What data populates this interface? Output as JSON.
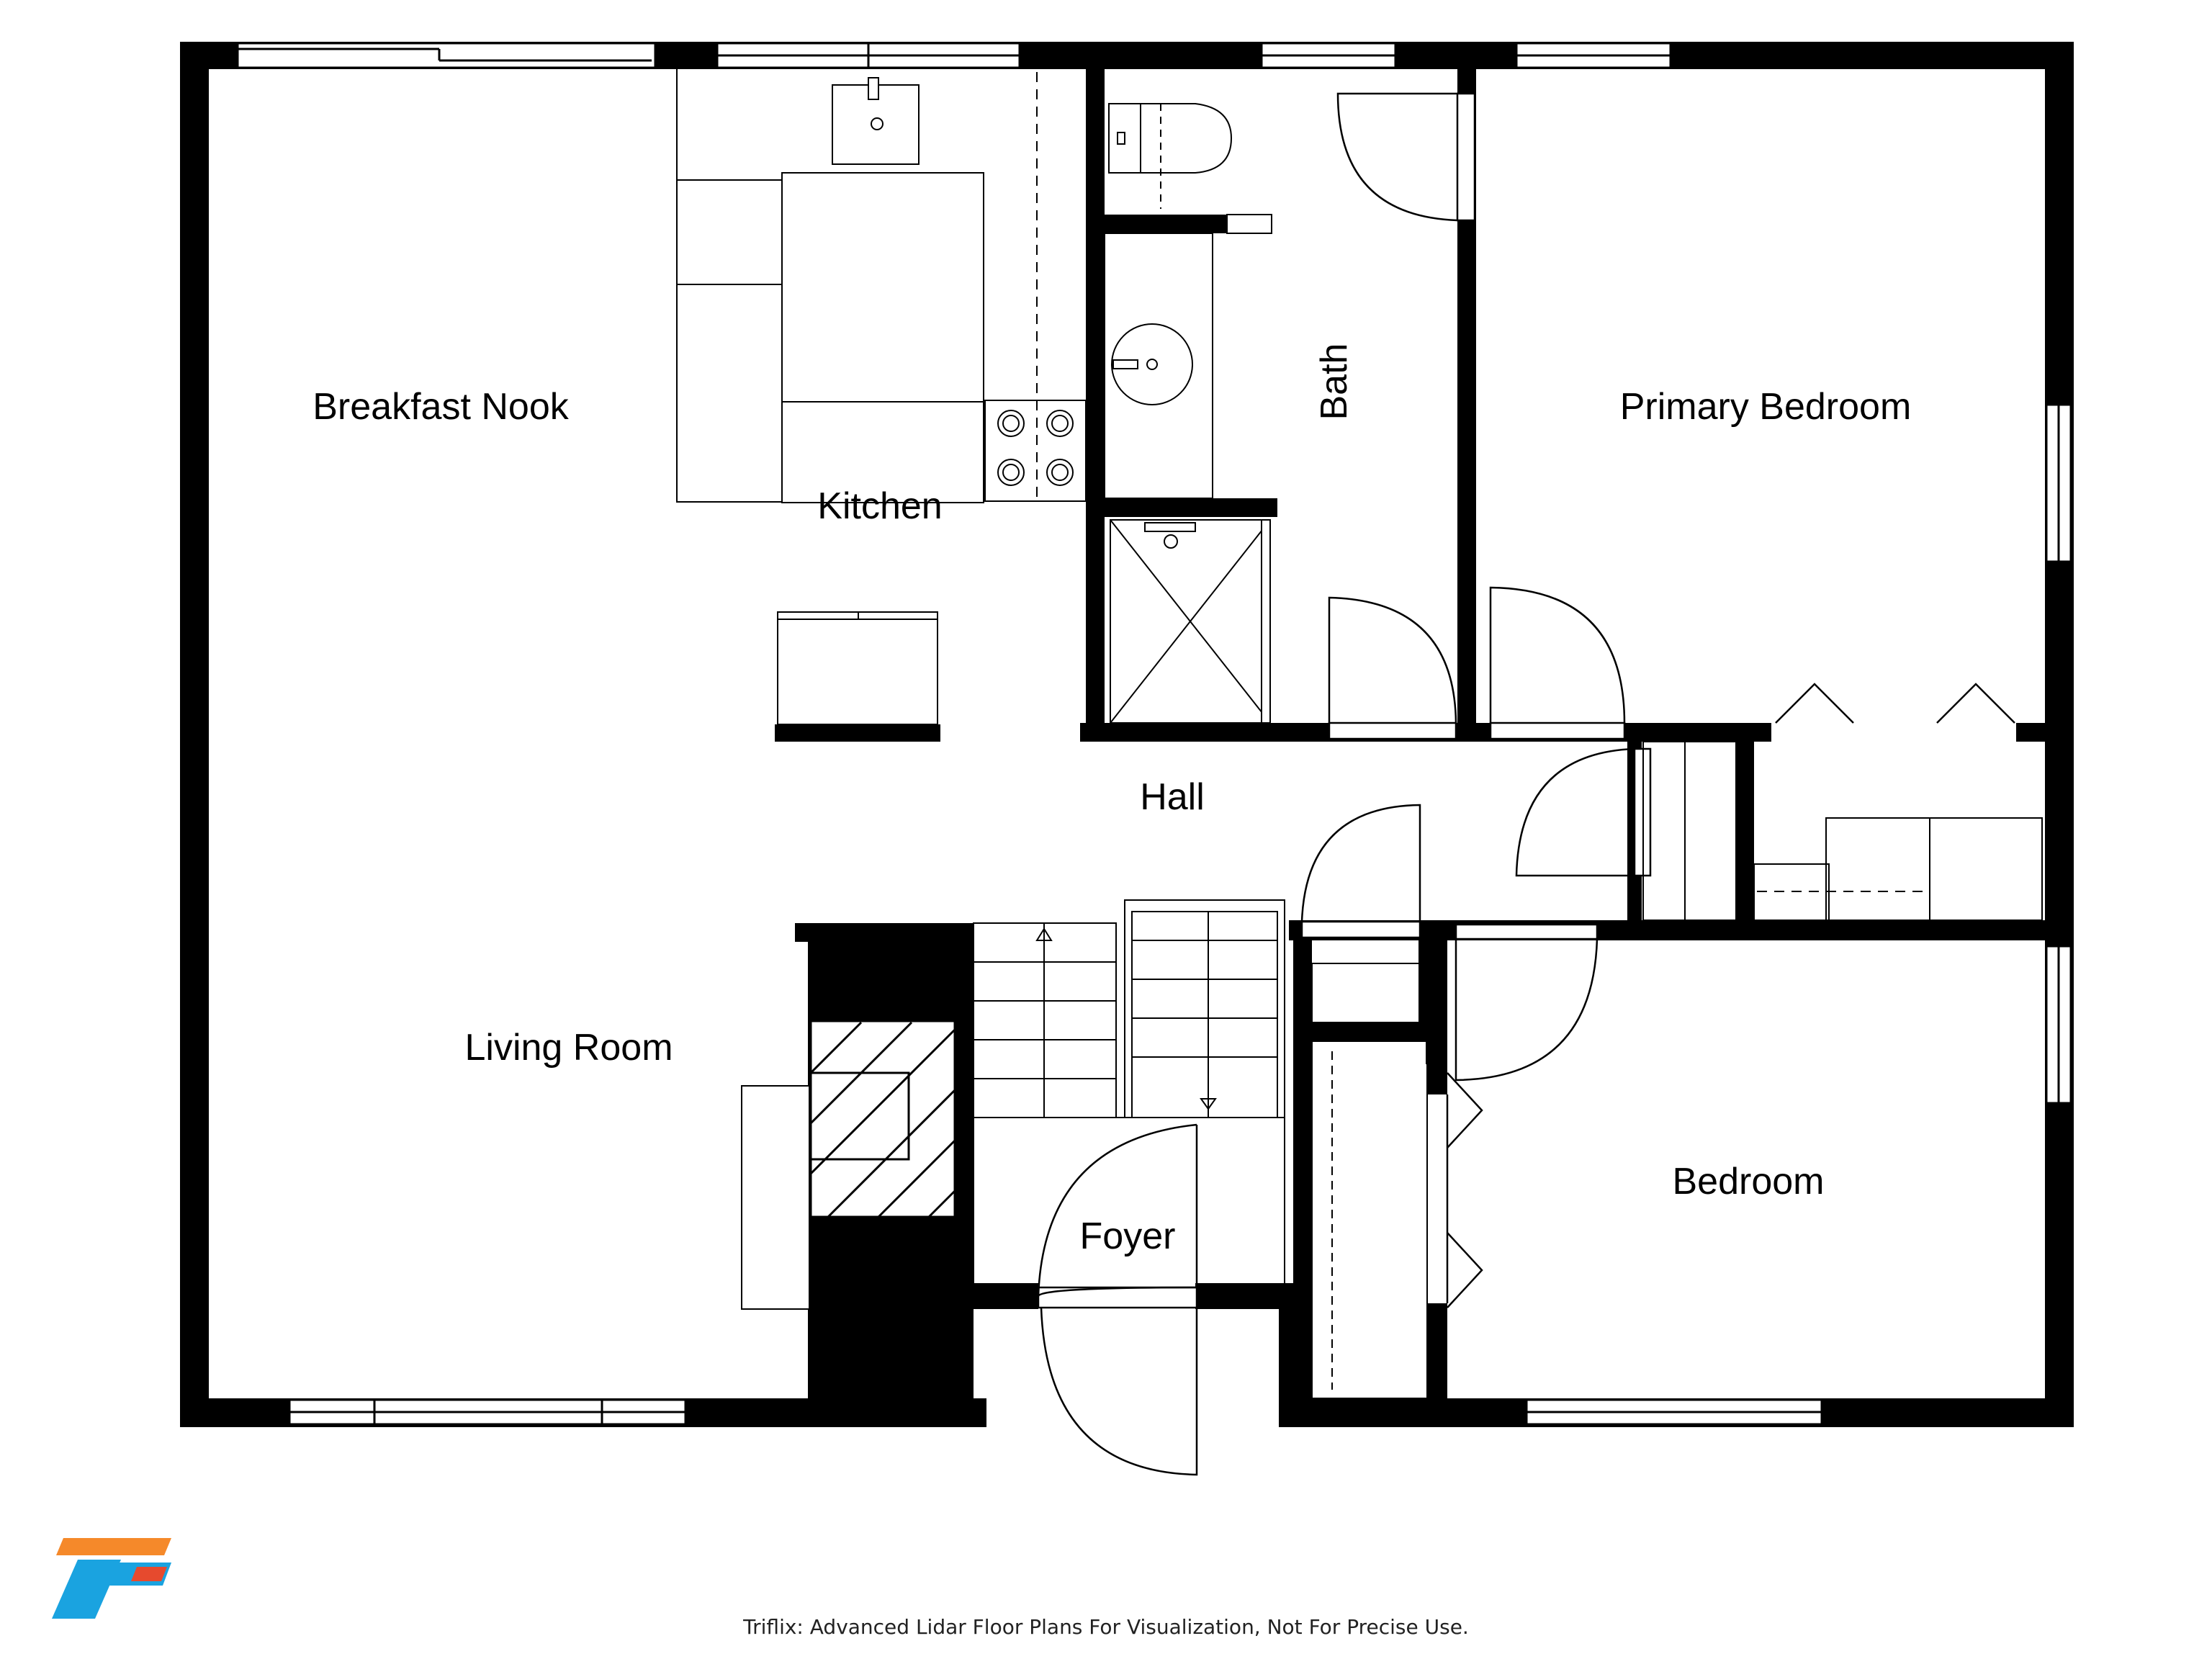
{
  "rooms": {
    "breakfast_nook": "Breakfast Nook",
    "kitchen": "Kitchen",
    "bath": "Bath",
    "primary_bedroom": "Primary Bedroom",
    "hall": "Hall",
    "living_room": "Living Room",
    "foyer": "Foyer",
    "bedroom": "Bedroom"
  },
  "footer": {
    "disclaimer": "Triflix: Advanced Lidar Floor Plans For Visualization, Not For Precise Use."
  },
  "logo": {
    "brand": "Triflix",
    "colors": {
      "top": "#F5892A",
      "stem": "#1AA3E0",
      "accent": "#E64A2E"
    }
  },
  "colors": {
    "wall": "#000000",
    "background": "#ffffff"
  }
}
